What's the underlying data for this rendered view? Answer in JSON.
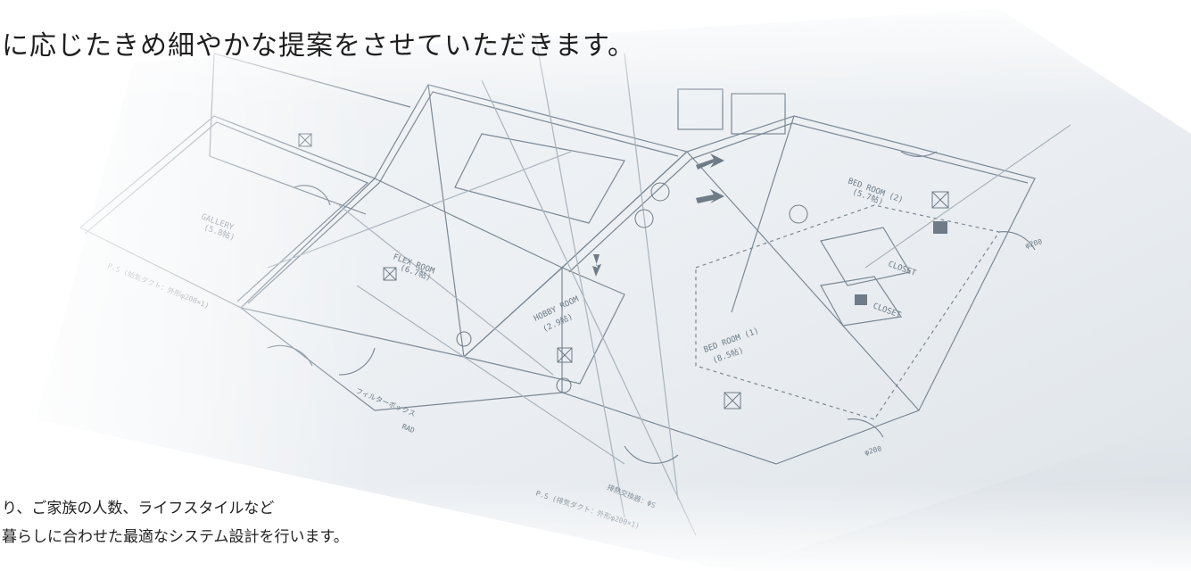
{
  "headline": "に応じたきめ細やかな提案をさせていただきます。",
  "body": {
    "line1": "り、ご家族の人数、ライフスタイルなど",
    "line2": "暮らしに合わせた最適なシステム設計を行います。"
  },
  "blueprint": {
    "rooms": {
      "flex_room": "FLEX ROOM",
      "flex_room_size": "(6.7帖)",
      "hobby_room": "HOBBY ROOM",
      "hobby_room_size": "(2.9帖)",
      "bed_room_1": "BED ROOM (1)",
      "bed_room_1_size": "(8.5帖)",
      "bed_room_2": "BED ROOM (2)",
      "bed_room_2_size": "(5.7帖)",
      "closet": "CLOSET",
      "closet_2": "CLOSET",
      "gallery": "GALLERY",
      "gallery_size": "(5.8帖)"
    },
    "annotations": {
      "ps_left": "P.S (給気ダクト：外形φ200×1)",
      "ps_bottom": "P.S (排気ダクト：外形φ200×1)",
      "filter_box": "フィルターボックス",
      "exhaust_port": "排熱交換器：ΦS",
      "phi200_a": "φ200",
      "phi200_b": "φ200",
      "rad": "RAD"
    },
    "colors": {
      "line": "#7b8894",
      "line_light": "#a9b3bc",
      "paper": "#eef1f4",
      "paper_shadow": "#dfe4e9",
      "arrow": "#6f7b86"
    }
  }
}
